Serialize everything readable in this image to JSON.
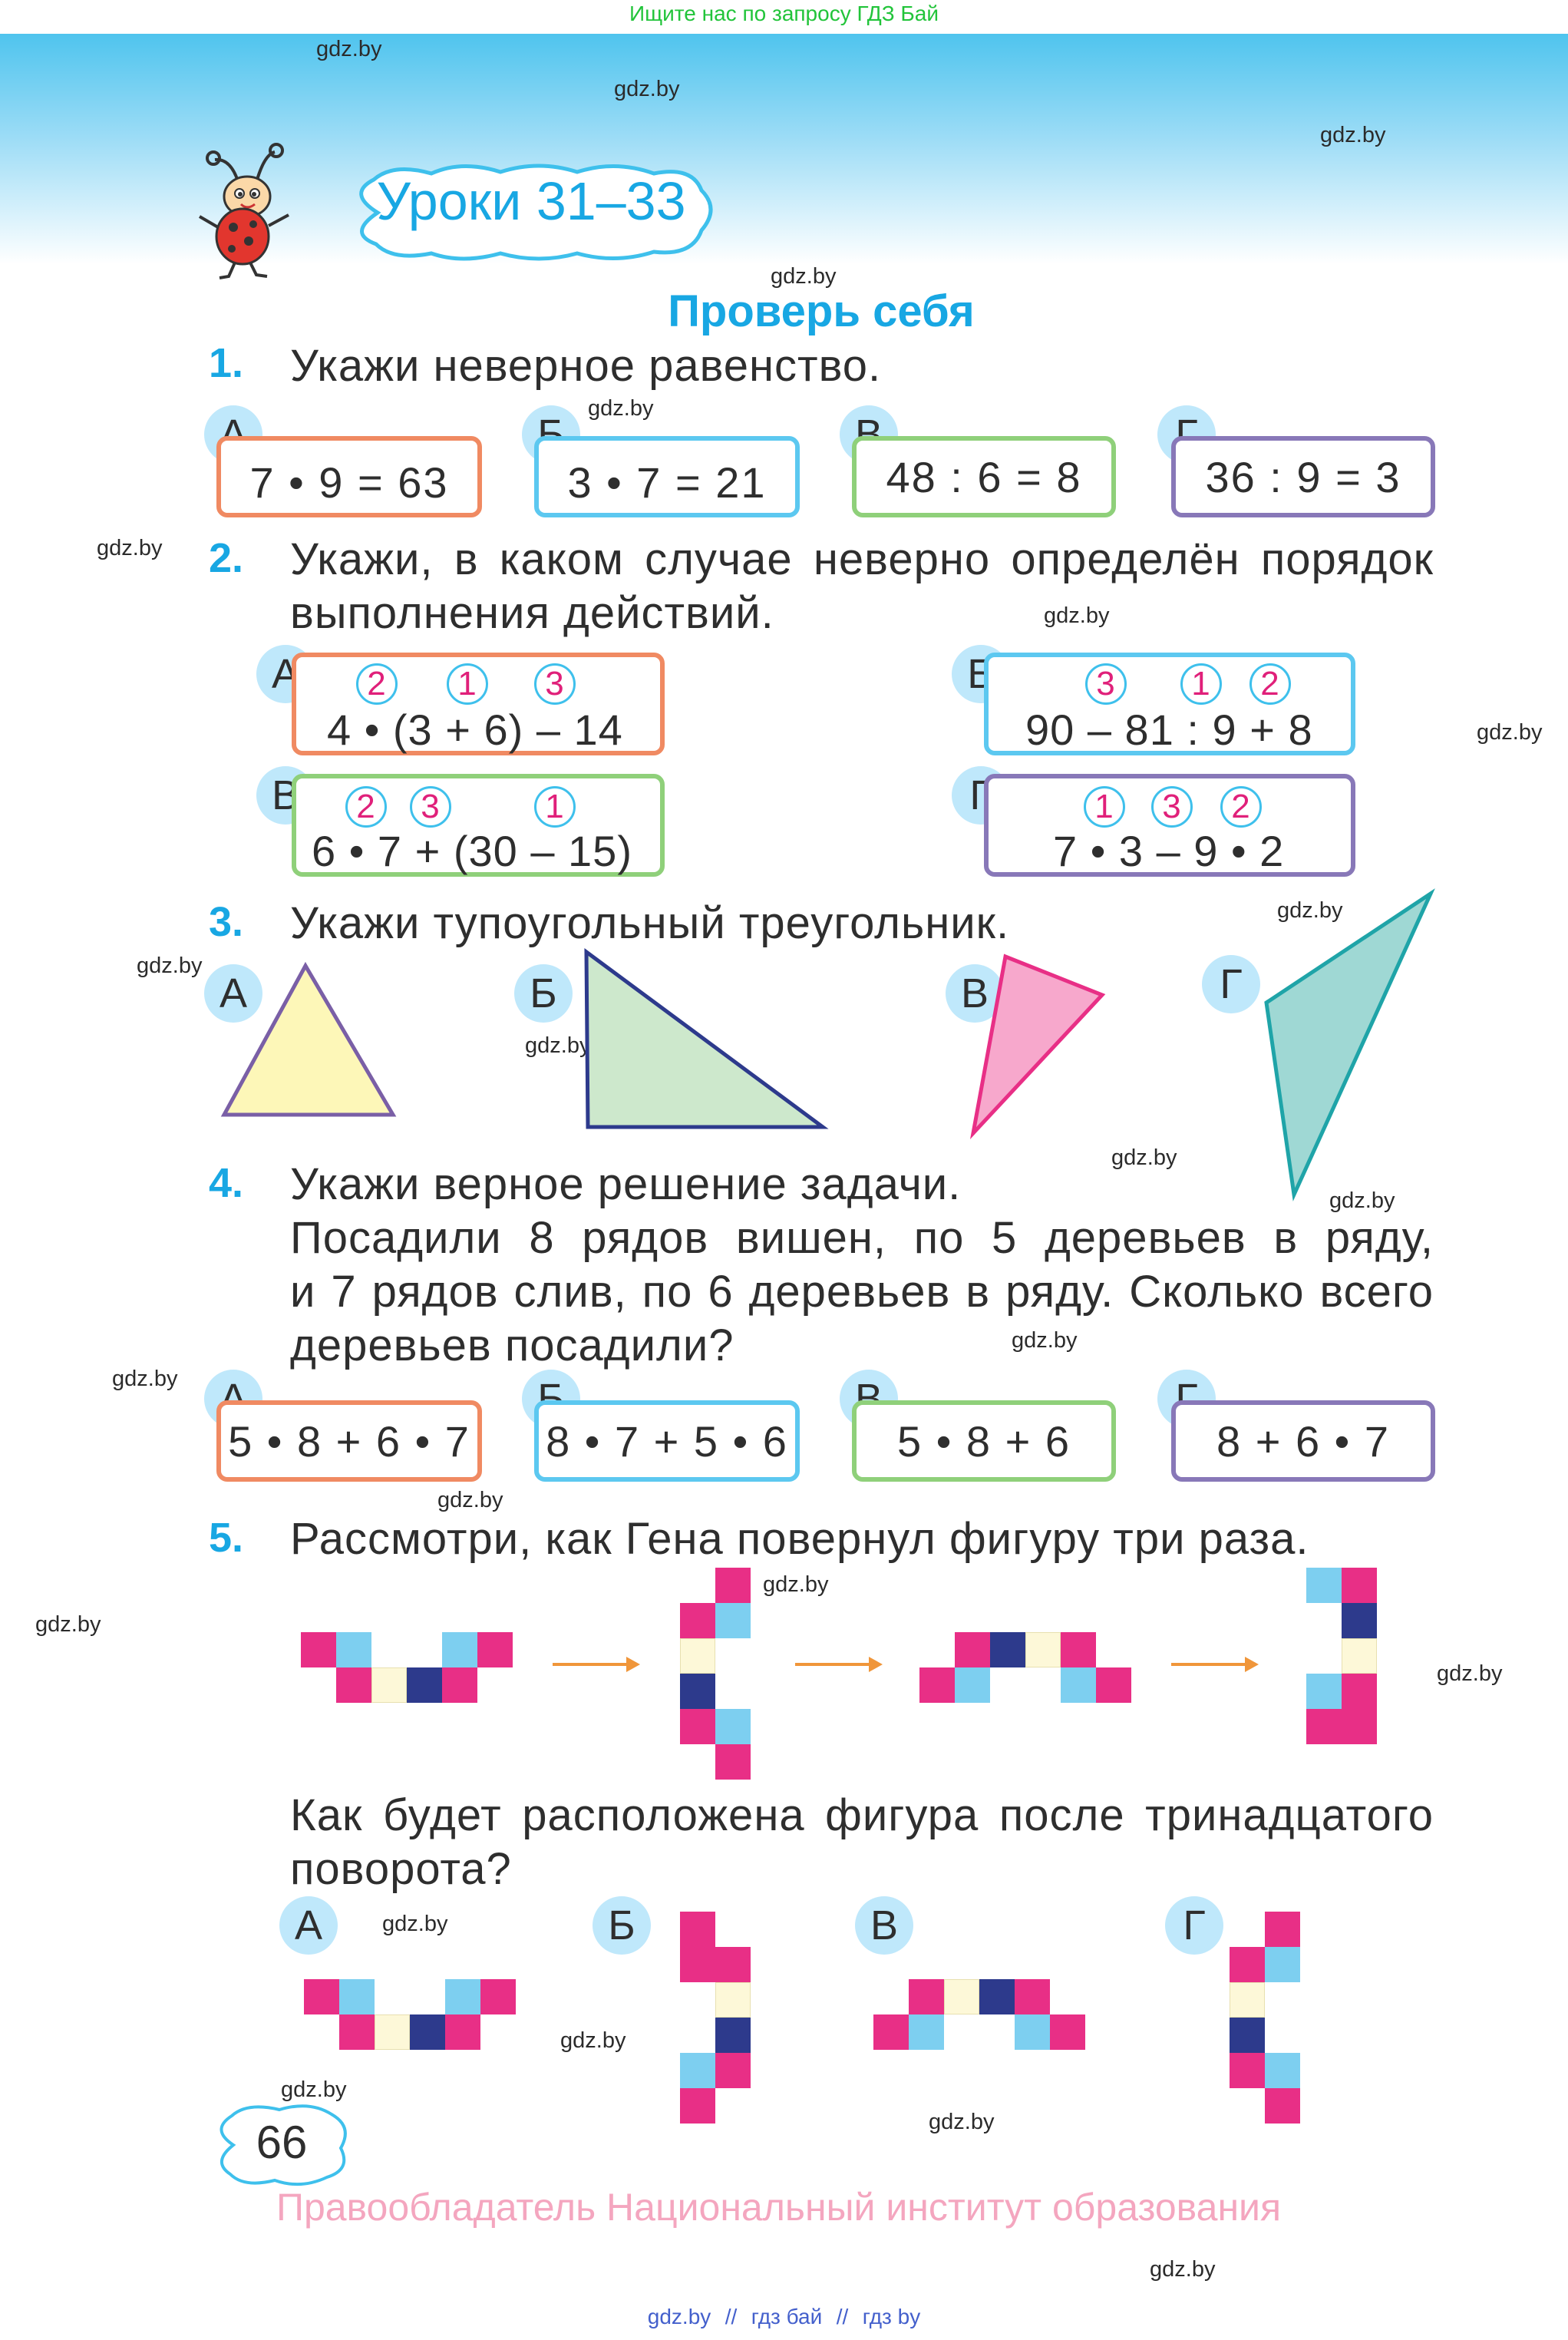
{
  "header": {
    "search_hint": "Ищите нас по запросу ГДЗ Бай",
    "lesson_title": "Уроки 31–33",
    "section_title": "Проверь себя"
  },
  "watermark": "gdz.by",
  "q1": {
    "num": "1.",
    "text": "Укажи неверное равенство.",
    "options": [
      {
        "letter": "А",
        "expr": "7 • 9  =  63",
        "color": "#f08a62"
      },
      {
        "letter": "Б",
        "expr": "3 • 7  =  21",
        "color": "#5cc8f0"
      },
      {
        "letter": "В",
        "expr": "48 : 6  =  8",
        "color": "#8fd07a"
      },
      {
        "letter": "Г",
        "expr": "36 : 9  =  3",
        "color": "#8878b8"
      }
    ]
  },
  "q2": {
    "num": "2.",
    "text_line1": "Укажи, в каком случае неверно определён порядок",
    "text_line2": "выполнения действий.",
    "options": [
      {
        "letter": "А",
        "expr": "4 • (3 + 6) – 14",
        "order": [
          "2",
          "1",
          "3"
        ],
        "color": "#f08a62"
      },
      {
        "letter": "Б",
        "expr": "90 – 81 : 9 + 8",
        "order": [
          "3",
          "1",
          "2"
        ],
        "color": "#5cc8f0"
      },
      {
        "letter": "В",
        "expr": "6 • 7 + (30 – 15)",
        "order": [
          "2",
          "3",
          "1"
        ],
        "color": "#8fd07a"
      },
      {
        "letter": "Г",
        "expr": "7 • 3 – 9 • 2",
        "order": [
          "1",
          "3",
          "2"
        ],
        "color": "#8878b8"
      }
    ]
  },
  "q3": {
    "num": "3.",
    "text": "Укажи тупоугольный треугольник.",
    "letters": [
      "А",
      "Б",
      "В",
      "Г"
    ]
  },
  "q4": {
    "num": "4.",
    "line1": "Укажи верное решение задачи.",
    "line2": "Посадили 8 рядов вишен, по 5 деревьев в ряду,",
    "line3": "и 7 рядов слив, по 6 деревьев в ряду. Сколько всего",
    "line4": "деревьев посадили?",
    "options": [
      {
        "letter": "А",
        "expr": "5 • 8 + 6 • 7",
        "color": "#f08a62"
      },
      {
        "letter": "Б",
        "expr": "8 • 7 + 5 • 6",
        "color": "#5cc8f0"
      },
      {
        "letter": "В",
        "expr": "5 • 8 + 6",
        "color": "#8fd07a"
      },
      {
        "letter": "Г",
        "expr": "8 + 6 • 7",
        "color": "#8878b8"
      }
    ]
  },
  "q5": {
    "num": "5.",
    "text": "Рассмотри, как Гена повернул фигуру три раза.",
    "question_line1": "Как будет расположена фигура после тринадцатого",
    "question_line2": "поворота?",
    "letters": [
      "А",
      "Б",
      "В",
      "Г"
    ]
  },
  "page_number": "66",
  "copyright": "Правообладатель Национальный институт образования",
  "footer_links": [
    "gdz.by",
    "//",
    "гдз бай",
    "//",
    "гдз by"
  ],
  "colors": {
    "accent_blue": "#18a7e3",
    "pink": "#e82f86",
    "light_blue": "#7dcff0",
    "navy": "#2d3a8c",
    "cream": "#fdf8d8"
  }
}
